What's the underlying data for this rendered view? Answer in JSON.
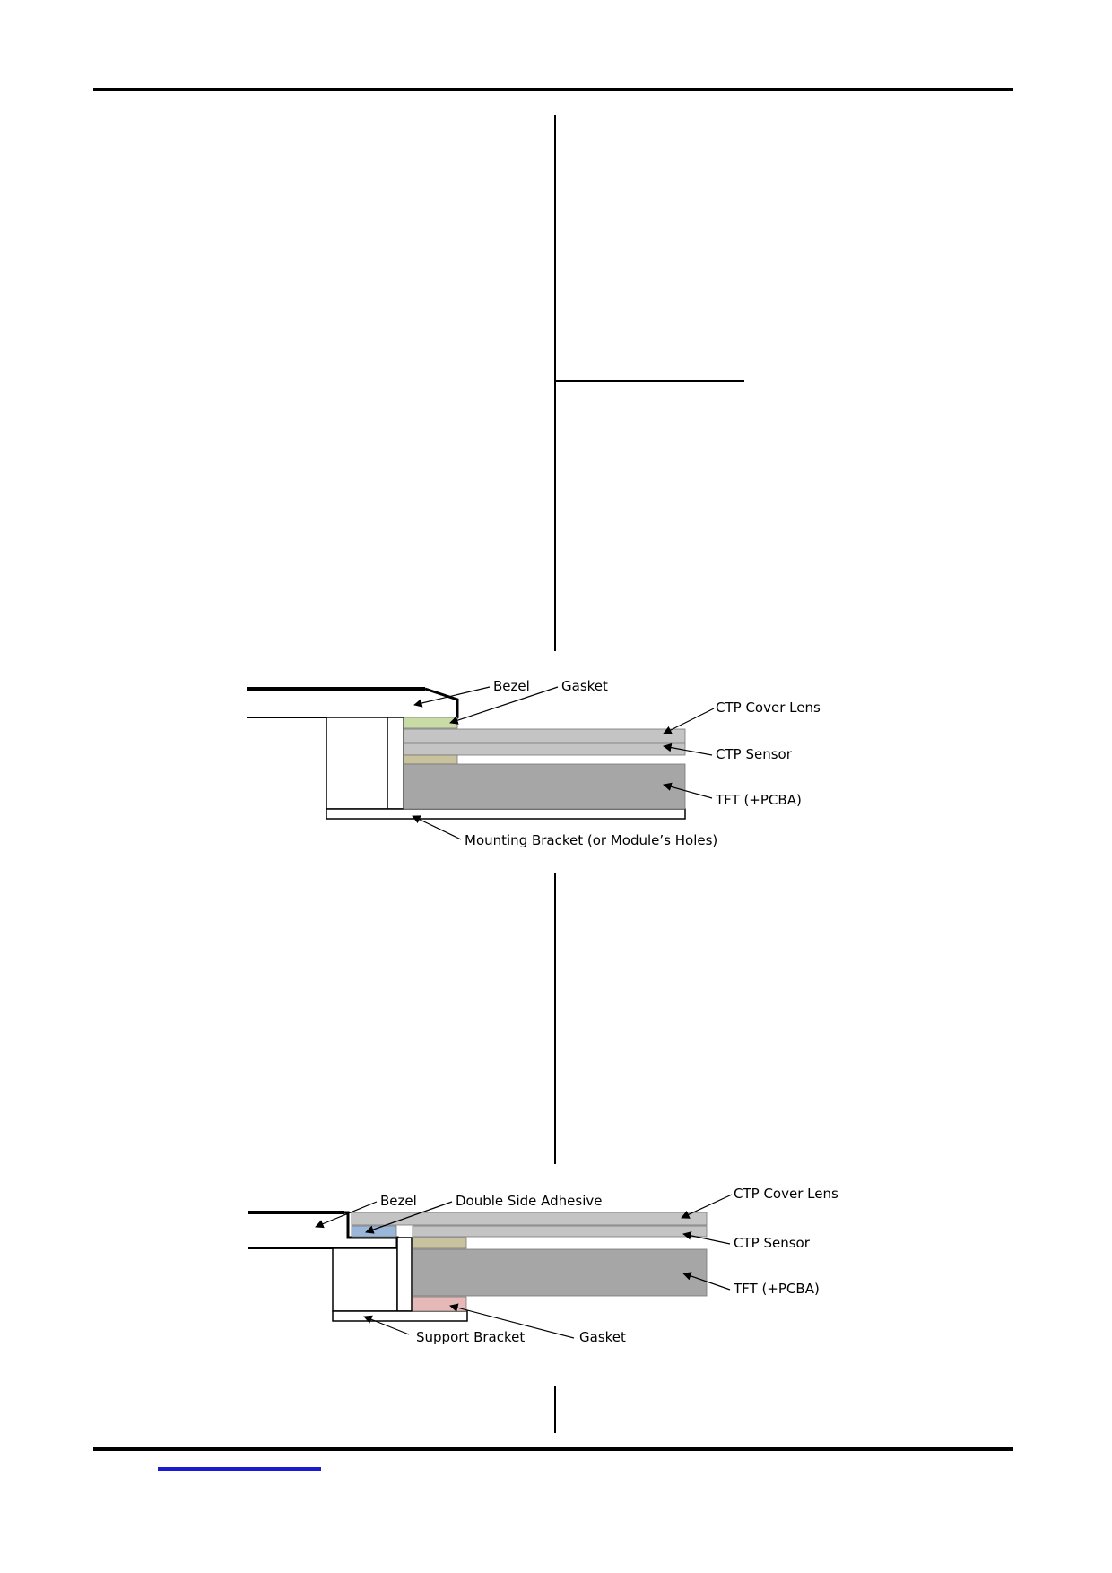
{
  "diagram1": {
    "labels": {
      "bezel": "Bezel",
      "gasket": "Gasket",
      "cover_lens": "CTP Cover Lens",
      "sensor": "CTP Sensor",
      "tft": "TFT (+PCBA)",
      "mounting_bracket": "Mounting Bracket (or Module’s Holes)"
    }
  },
  "diagram2": {
    "labels": {
      "bezel": "Bezel",
      "adhesive": "Double Side Adhesive",
      "cover_lens": "CTP Cover Lens",
      "sensor": "CTP Sensor",
      "tft": "TFT (+PCBA)",
      "support_bracket": "Support Bracket",
      "gasket": "Gasket"
    }
  },
  "colors": {
    "cover_lens": "#c4c4c4",
    "sensor": "#c4c4c4",
    "tft": "#a6a6a6",
    "gasket_green": "#c9dca6",
    "spacer_tan": "#c8c29e",
    "adhesive_blue": "#9ab7d9",
    "gasket_pink": "#e6b8b8",
    "footer_link": "#1a1ad0"
  }
}
